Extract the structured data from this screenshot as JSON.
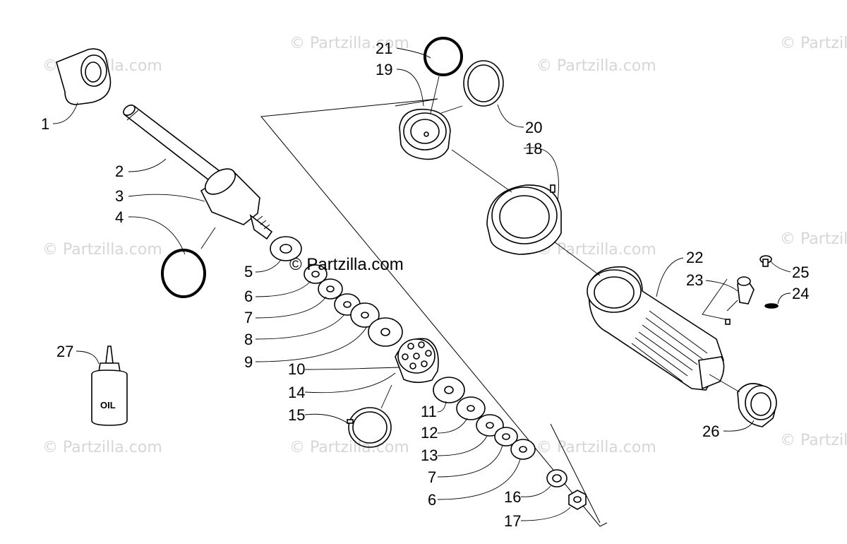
{
  "watermark": {
    "main": "© Partzilla.com",
    "faint": "© Partzilla.com"
  },
  "oil_label": "OIL",
  "callouts": {
    "c1": "1",
    "c2": "2",
    "c3": "3",
    "c4": "4",
    "c5": "5",
    "c6a": "6",
    "c7a": "7",
    "c8": "8",
    "c9": "9",
    "c10": "10",
    "c11": "11",
    "c12": "12",
    "c13": "13",
    "c14": "14",
    "c15": "15",
    "c16": "16",
    "c17": "17",
    "c18": "18",
    "c19": "19",
    "c20": "20",
    "c21": "21",
    "c22": "22",
    "c23": "23",
    "c24": "24",
    "c25": "25",
    "c26": "26",
    "c27": "27",
    "c7b": "7",
    "c6b": "6"
  }
}
